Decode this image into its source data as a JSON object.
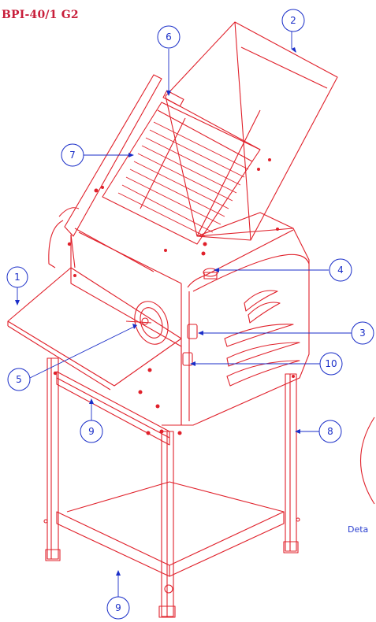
{
  "title": "BPI-40/1 G2",
  "detail_label": "Deta",
  "colors": {
    "drawing": "#e0202a",
    "callout": "#1a2ec8",
    "title": "#c81e3a"
  },
  "callouts": [
    "1",
    "2",
    "3",
    "4",
    "5",
    "6",
    "7",
    "8",
    "9",
    "9",
    "10"
  ]
}
